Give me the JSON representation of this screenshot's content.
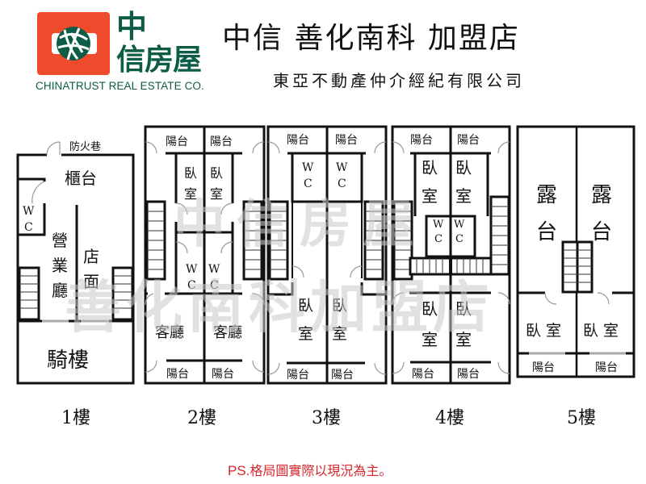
{
  "header": {
    "logo": {
      "icon": "globe-cross-logo-icon",
      "brand_cn_top": "中",
      "brand_cn_bottom": "信房屋",
      "brand_en": "CHINATRUST REAL ESTATE CO.",
      "colors": {
        "red": "#ee4a2c",
        "green": "#0d5c46"
      }
    },
    "title": "中信 善化南科 加盟店",
    "subtitle": "東亞不動產仲介經紀有限公司"
  },
  "watermark": {
    "line1": "中信房屋",
    "line2": "善化南科加盟店"
  },
  "floors": [
    {
      "label": "1樓",
      "rooms": {
        "fire_lane": "防火巷",
        "counter": "櫃台",
        "wc_w": "W",
        "wc_c": "C",
        "lobby": [
          "營",
          "業",
          "廳"
        ],
        "shop": [
          "店",
          "面"
        ],
        "arcade": "騎樓"
      }
    },
    {
      "label": "2樓",
      "rooms": {
        "balcony_top_left": "陽台",
        "balcony_top_right": "陽台",
        "bedroom_left": [
          "臥",
          "室"
        ],
        "bedroom_right": [
          "臥",
          "室"
        ],
        "wc_w": "W",
        "wc_c": "C",
        "living_left": "客廳",
        "living_right": "客廳",
        "balcony_bottom_left": "陽台",
        "balcony_bottom_right": "陽台"
      }
    },
    {
      "label": "3樓",
      "rooms": {
        "balcony_top_left": "陽台",
        "balcony_top_right": "陽台",
        "wc_w": "W",
        "wc_c": "C",
        "bedroom_left": [
          "臥",
          "室"
        ],
        "bedroom_right": [
          "臥",
          "室"
        ],
        "balcony_bottom_left": "陽台",
        "balcony_bottom_right": "陽台"
      }
    },
    {
      "label": "4樓",
      "rooms": {
        "balcony_top_left": "陽台",
        "balcony_top_right": "陽台",
        "bedroom_top_left": [
          "臥",
          "室"
        ],
        "bedroom_top_right": [
          "臥",
          "室"
        ],
        "wc_w": "W",
        "wc_c": "C",
        "bedroom_bottom_left": [
          "臥",
          "室"
        ],
        "bedroom_bottom_right": [
          "臥",
          "室"
        ],
        "balcony_bottom_left": "陽台",
        "balcony_bottom_right": "陽台"
      }
    },
    {
      "label": "5樓",
      "rooms": {
        "terrace_left": [
          "露",
          "台"
        ],
        "terrace_right": [
          "露",
          "台"
        ],
        "bedroom_left": "臥 室",
        "bedroom_right": "臥 室",
        "balcony_left": "陽台",
        "balcony_right": "陽台"
      }
    }
  ],
  "footer": {
    "note_prefix": "PS.",
    "note_text": "格局圖實際以現況為主。",
    "note_color": "#d4262c"
  }
}
